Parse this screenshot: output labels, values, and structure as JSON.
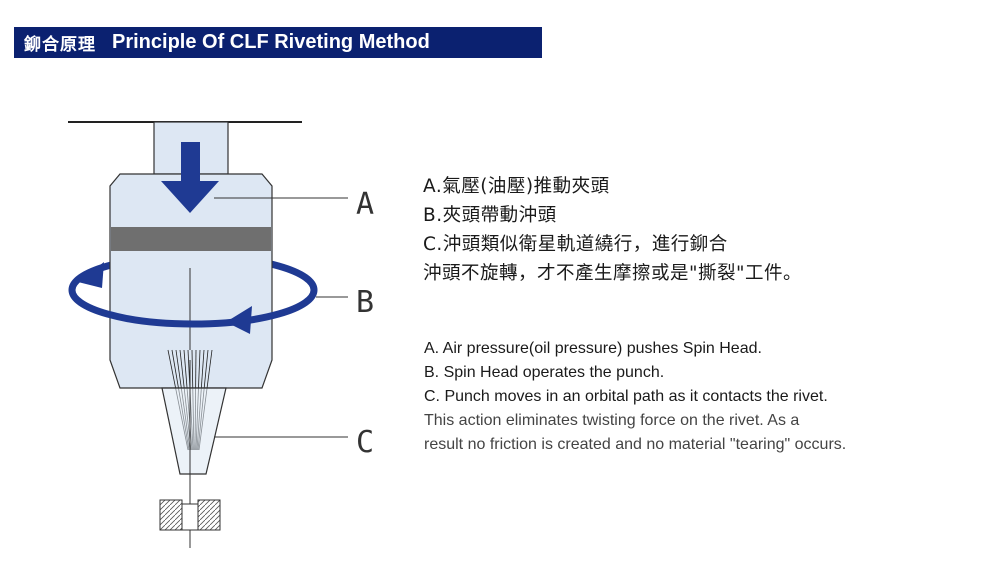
{
  "header": {
    "title_zh": "鉚合原理",
    "title_en": "Principle Of CLF Riveting Method"
  },
  "diagram": {
    "label_a": "A",
    "label_b": "B",
    "label_c": "C"
  },
  "chinese_text": {
    "line_a": "A.氣壓(油壓)推動夾頭",
    "line_b": "B.夾頭帶動沖頭",
    "line_c": "C.沖頭類似衛星軌道繞行，進行鉚合",
    "line_d": "沖頭不旋轉，才不產生摩擦或是\"撕裂\"工件。"
  },
  "english_text": {
    "line_a": "A. Air pressure(oil pressure) pushes Spin Head.",
    "line_b": "B. Spin Head operates the punch.",
    "line_c": "C. Punch moves in an orbital path as it contacts the rivet.",
    "line_d": "This action eliminates twisting force on the rivet. As a",
    "line_e": "result no friction is created and no material \"tearing\" occurs."
  },
  "colors": {
    "title_bg": "#0b2170",
    "arrow_blue": "#1f3a93",
    "body_fill": "#dde7f3",
    "band_gray": "#6f6f6f"
  }
}
